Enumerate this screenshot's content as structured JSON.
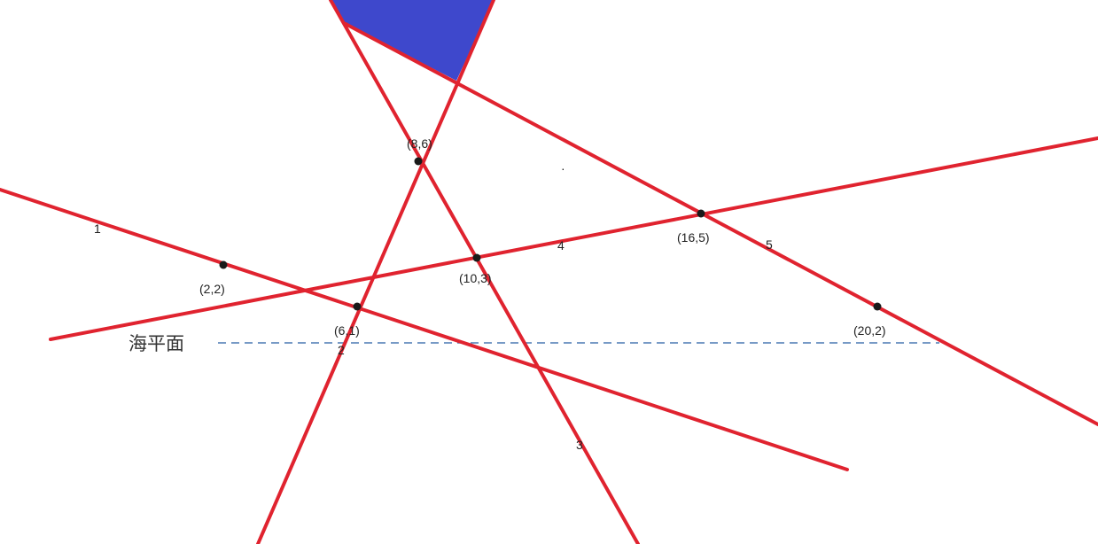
{
  "colors": {
    "line": "#e0232f",
    "fill": "#3e48cc",
    "sea_level": "#4a78b4",
    "point": "#1a1a1a"
  },
  "sea_level": {
    "label": "海平面"
  },
  "line_labels": [
    "1",
    "2",
    "3",
    "4",
    "5"
  ],
  "points": [
    {
      "label": "(8,6)"
    },
    {
      "label": "(2,2)"
    },
    {
      "label": "(6,1)"
    },
    {
      "label": "(10,3)"
    },
    {
      "label": "(16,5)"
    },
    {
      "label": "(20,2)"
    }
  ],
  "stray_mark": "·"
}
